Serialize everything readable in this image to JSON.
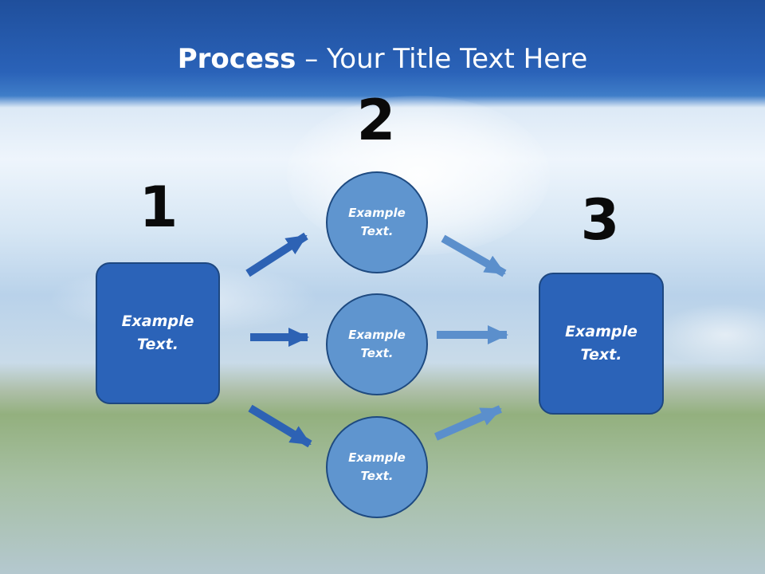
{
  "title": {
    "bold": "Process",
    "rest": " – Your Title Text Here"
  },
  "steps": [
    {
      "number": "1",
      "text_line1": "Example",
      "text_line2": "Text."
    },
    {
      "number": "2",
      "text_line1": "Example",
      "text_line2": "Text."
    },
    {
      "number": "3",
      "text_line1": "Example",
      "text_line2": "Text."
    }
  ],
  "circles": [
    {
      "line1": "Example",
      "line2": "Text."
    },
    {
      "line1": "Example",
      "line2": "Text."
    },
    {
      "line1": "Example",
      "line2": "Text."
    }
  ],
  "colors": {
    "box_fill": "#2b63b8",
    "circle_fill": "#5f95cf",
    "arrow_dark": "#2d62b4",
    "arrow_light": "#5b8fcc"
  }
}
